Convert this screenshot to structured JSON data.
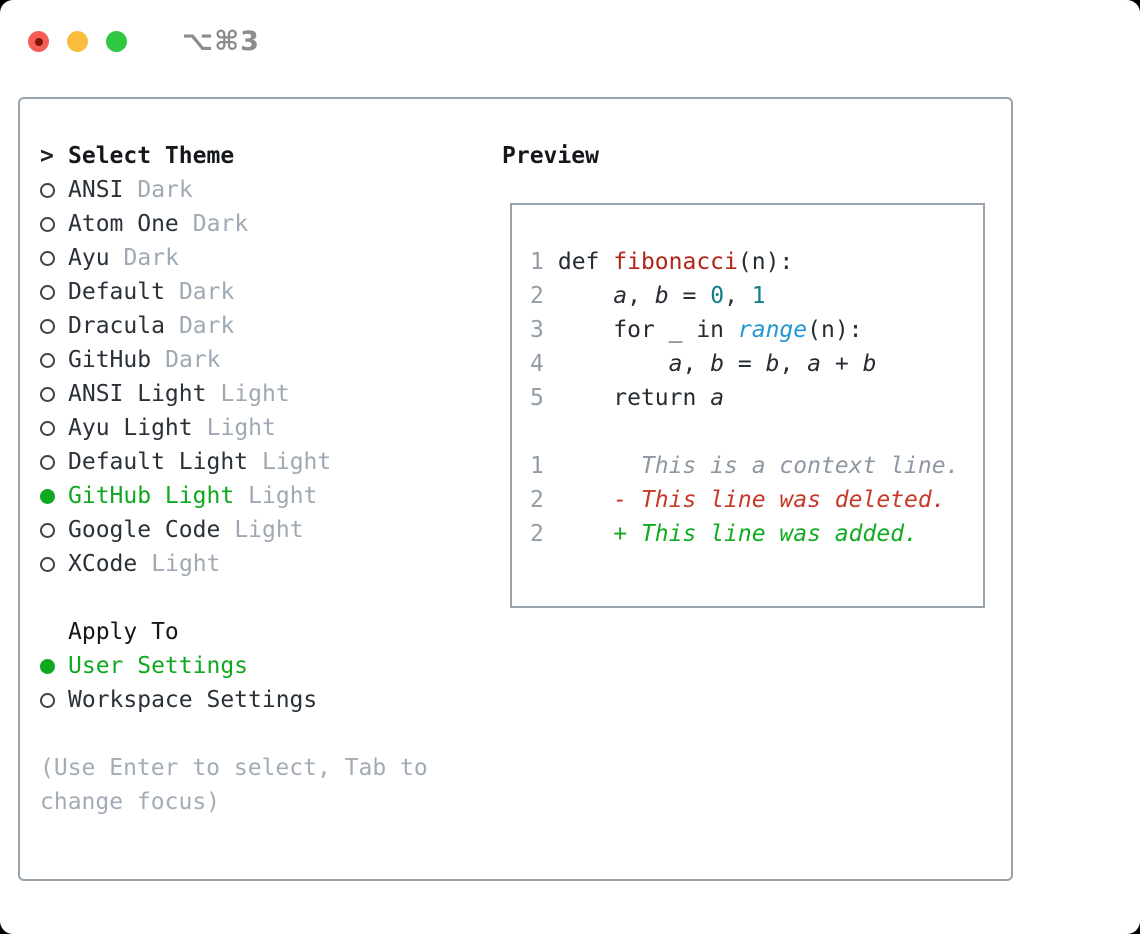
{
  "window": {
    "title": "⌥⌘3",
    "traffic_lights": [
      "close",
      "minimize",
      "zoom"
    ]
  },
  "colors": {
    "accent_green": "#10a81f",
    "deleted_red": "#c53929",
    "added_green": "#12ab20",
    "function_red": "#b22318",
    "number_teal": "#0f7e88",
    "builtin_blue": "#2397d4",
    "muted_gray": "#9fa9b3",
    "panel_border": "#98a3ae"
  },
  "theme_panel": {
    "prompt": ">",
    "title": "Select Theme",
    "themes": [
      {
        "name": "ANSI",
        "variant": "Dark",
        "selected": false
      },
      {
        "name": "Atom One",
        "variant": "Dark",
        "selected": false
      },
      {
        "name": "Ayu",
        "variant": "Dark",
        "selected": false
      },
      {
        "name": "Default",
        "variant": "Dark",
        "selected": false
      },
      {
        "name": "Dracula",
        "variant": "Dark",
        "selected": false
      },
      {
        "name": "GitHub",
        "variant": "Dark",
        "selected": false
      },
      {
        "name": "ANSI Light",
        "variant": "Light",
        "selected": false
      },
      {
        "name": "Ayu Light",
        "variant": "Light",
        "selected": false
      },
      {
        "name": "Default Light",
        "variant": "Light",
        "selected": false
      },
      {
        "name": "GitHub Light",
        "variant": "Light",
        "selected": true
      },
      {
        "name": "Google Code",
        "variant": "Light",
        "selected": false
      },
      {
        "name": "XCode",
        "variant": "Light",
        "selected": false
      }
    ],
    "apply_to": {
      "title": "Apply To",
      "options": [
        {
          "name": "User Settings",
          "selected": true
        },
        {
          "name": "Workspace Settings",
          "selected": false
        }
      ]
    },
    "hint_lines": [
      "(Use Enter to select, Tab to",
      "change focus)"
    ]
  },
  "preview": {
    "title": "Preview",
    "code_lines": [
      {
        "number": "1",
        "segments": [
          {
            "text": "def ",
            "style": "plain"
          },
          {
            "text": "fibonacci",
            "style": "fn"
          },
          {
            "text": "(n):",
            "style": "plain"
          }
        ]
      },
      {
        "number": "2",
        "segments": [
          {
            "text": "    ",
            "style": "plain"
          },
          {
            "text": "a",
            "style": "vari"
          },
          {
            "text": ", ",
            "style": "plain"
          },
          {
            "text": "b",
            "style": "vari"
          },
          {
            "text": " = ",
            "style": "plain"
          },
          {
            "text": "0",
            "style": "num"
          },
          {
            "text": ", ",
            "style": "plain"
          },
          {
            "text": "1",
            "style": "num"
          }
        ]
      },
      {
        "number": "3",
        "segments": [
          {
            "text": "    for _ in ",
            "style": "plain"
          },
          {
            "text": "range",
            "style": "builtin"
          },
          {
            "text": "(n):",
            "style": "plain"
          }
        ]
      },
      {
        "number": "4",
        "segments": [
          {
            "text": "        ",
            "style": "plain"
          },
          {
            "text": "a",
            "style": "vari"
          },
          {
            "text": ", ",
            "style": "plain"
          },
          {
            "text": "b",
            "style": "vari"
          },
          {
            "text": " = ",
            "style": "plain"
          },
          {
            "text": "b",
            "style": "vari"
          },
          {
            "text": ", ",
            "style": "plain"
          },
          {
            "text": "a",
            "style": "vari"
          },
          {
            "text": " + ",
            "style": "plain"
          },
          {
            "text": "b",
            "style": "vari"
          }
        ]
      },
      {
        "number": "5",
        "segments": [
          {
            "text": "    return ",
            "style": "plain"
          },
          {
            "text": "a",
            "style": "vari"
          }
        ]
      }
    ],
    "diff_lines": [
      {
        "number": "1",
        "text": "      This is a context line.",
        "style": "ctx"
      },
      {
        "number": "2",
        "text": "    - This line was deleted.",
        "style": "del"
      },
      {
        "number": "2",
        "text": "    + This line was added.",
        "style": "add"
      }
    ]
  }
}
